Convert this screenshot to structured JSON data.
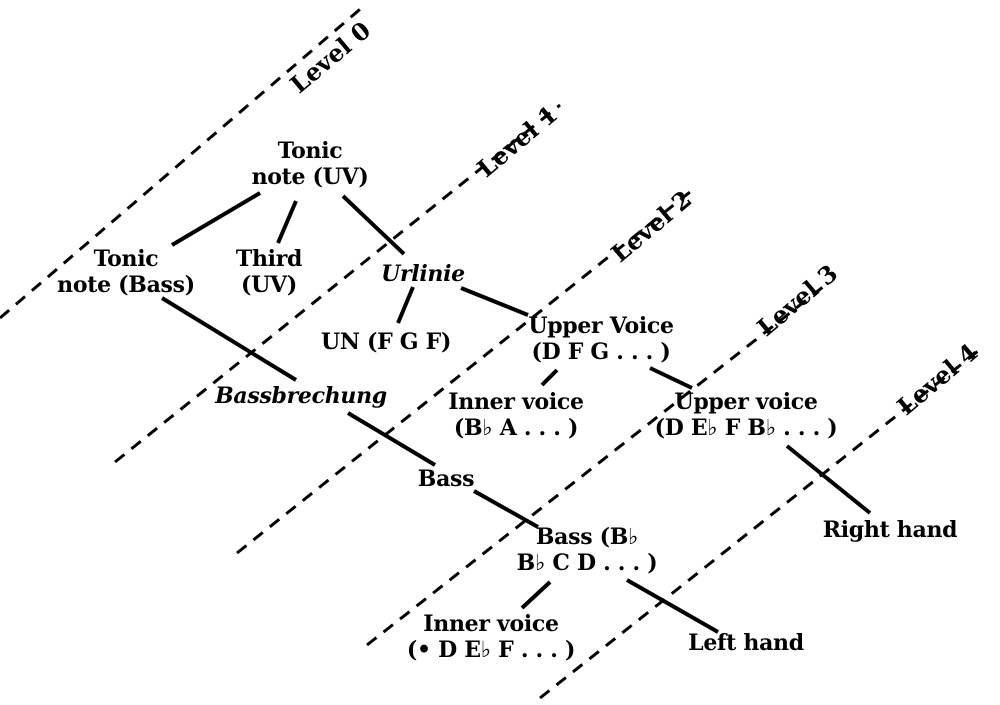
{
  "levels": [
    {
      "label": "Level 0"
    },
    {
      "label": "Level 1"
    },
    {
      "label": "Level 2"
    },
    {
      "label": "Level 3"
    },
    {
      "label": "Level 4"
    }
  ],
  "nodes": {
    "tonic_uv": {
      "lines": [
        "Tonic",
        "note (UV)"
      ]
    },
    "tonic_bass": {
      "lines": [
        "Tonic",
        "note (Bass)"
      ]
    },
    "third_uv": {
      "lines": [
        "Third",
        "(UV)"
      ]
    },
    "urlinie": {
      "lines": [
        "Urlinie"
      ]
    },
    "un": {
      "lines": [
        "UN (F G F)"
      ]
    },
    "upper_voice_1": {
      "lines": [
        "Upper Voice",
        "(D F G . . . )"
      ]
    },
    "bassbrechung": {
      "lines": [
        "Bassbrechung"
      ]
    },
    "inner_voice_1": {
      "lines": [
        "Inner voice",
        "(B♭ A . . . )"
      ]
    },
    "upper_voice_2": {
      "lines": [
        "Upper voice",
        "(D E♭ F B♭ . . . )"
      ]
    },
    "bass": {
      "lines": [
        "Bass"
      ]
    },
    "bass_notes": {
      "lines": [
        "Bass (B♭",
        "B♭ C D . . . )"
      ]
    },
    "right_hand": {
      "lines": [
        "Right hand"
      ]
    },
    "inner_voice_2": {
      "lines": [
        "Inner voice",
        "(• D E♭ F . . . )"
      ]
    },
    "left_hand": {
      "lines": [
        "Left hand"
      ]
    }
  },
  "edges": [
    {
      "from": "tonic_uv",
      "to": "tonic_bass"
    },
    {
      "from": "tonic_uv",
      "to": "third_uv"
    },
    {
      "from": "tonic_uv",
      "to": "urlinie"
    },
    {
      "from": "urlinie",
      "to": "un"
    },
    {
      "from": "urlinie",
      "to": "upper_voice_1"
    },
    {
      "from": "tonic_bass",
      "to": "bassbrechung"
    },
    {
      "from": "upper_voice_1",
      "to": "inner_voice_1"
    },
    {
      "from": "upper_voice_1",
      "to": "upper_voice_2"
    },
    {
      "from": "bassbrechung",
      "to": "bass"
    },
    {
      "from": "bass",
      "to": "bass_notes"
    },
    {
      "from": "upper_voice_2",
      "to": "right_hand"
    },
    {
      "from": "bass_notes",
      "to": "inner_voice_2"
    },
    {
      "from": "bass_notes",
      "to": "left_hand"
    }
  ]
}
